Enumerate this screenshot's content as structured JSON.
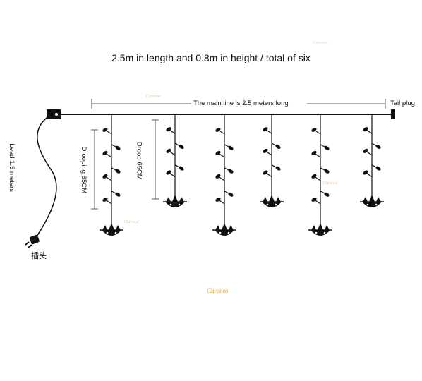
{
  "title": "2.5m in length and 0.8m in height / total of six",
  "labels": {
    "main_line": "The main line is 2.5 meters long",
    "tail_plug": "Tail plug",
    "lead": "Lead 1.5 meters",
    "drooping": "Drooping 85CM",
    "droop": "Droop 65CM",
    "plug": "插头"
  },
  "watermark": "Chronos'",
  "colors": {
    "line": "#111111",
    "watermark": "#c8a24a"
  }
}
